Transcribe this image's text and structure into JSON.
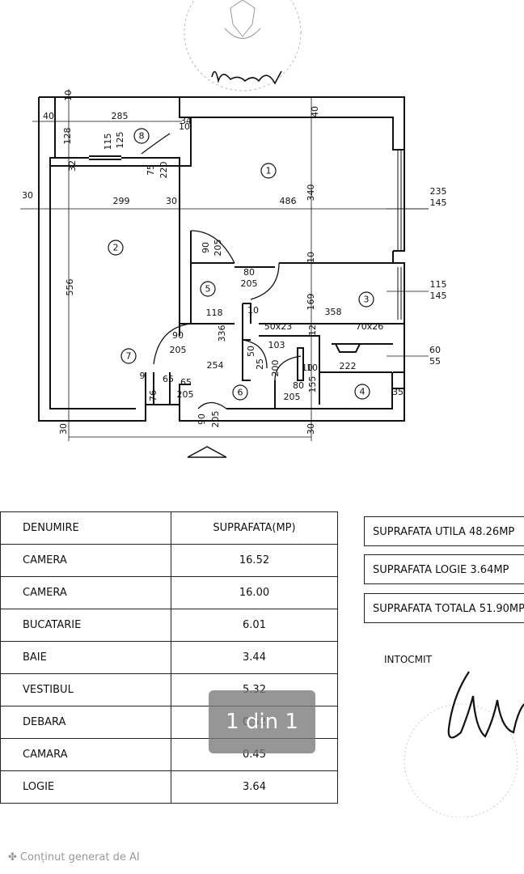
{
  "plan": {
    "dimensions": [
      "285",
      "40",
      "34",
      "10",
      "128",
      "115",
      "125",
      "75",
      "220",
      "32",
      "30",
      "299",
      "30",
      "486",
      "340",
      "40",
      "235",
      "145",
      "10",
      "90",
      "205",
      "80",
      "205",
      "556",
      "118",
      "10",
      "169",
      "358",
      "115",
      "145",
      "336",
      "50x23",
      "70x26",
      "90",
      "205",
      "103",
      "50",
      "25",
      "200",
      "10",
      "222",
      "60",
      "55",
      "9",
      "65",
      "65",
      "76",
      "205",
      "80",
      "205",
      "155",
      "35",
      "254",
      "90",
      "205",
      "30",
      "30",
      "12",
      "10",
      "10"
    ],
    "rooms": [
      "1",
      "2",
      "3",
      "4",
      "5",
      "6",
      "7",
      "8"
    ]
  },
  "table": {
    "header": {
      "name": "DENUMIRE",
      "area": "SUPRAFATA(MP)"
    },
    "rows": [
      {
        "name": "CAMERA",
        "area": "16.52"
      },
      {
        "name": "CAMERA",
        "area": "16.00"
      },
      {
        "name": "BUCATARIE",
        "area": "6.01"
      },
      {
        "name": "BAIE",
        "area": "3.44"
      },
      {
        "name": "VESTIBUL",
        "area": "5.32"
      },
      {
        "name": "DEBARA",
        "area": "0.52"
      },
      {
        "name": "CAMARA",
        "area": "0.45"
      },
      {
        "name": "LOGIE",
        "area": "3.64"
      }
    ]
  },
  "summary": {
    "utila": "SUPRAFATA UTILA  48.26MP",
    "logie": "SUPRAFATA LOGIE 3.64MP",
    "totala": "SUPRAFATA TOTALA  51.90MP"
  },
  "intocmit": "INTOCMIT",
  "page_indicator": "1 din 1",
  "footer": {
    "icon": "sparkle-icon",
    "text": "Conținut generat de AI"
  }
}
